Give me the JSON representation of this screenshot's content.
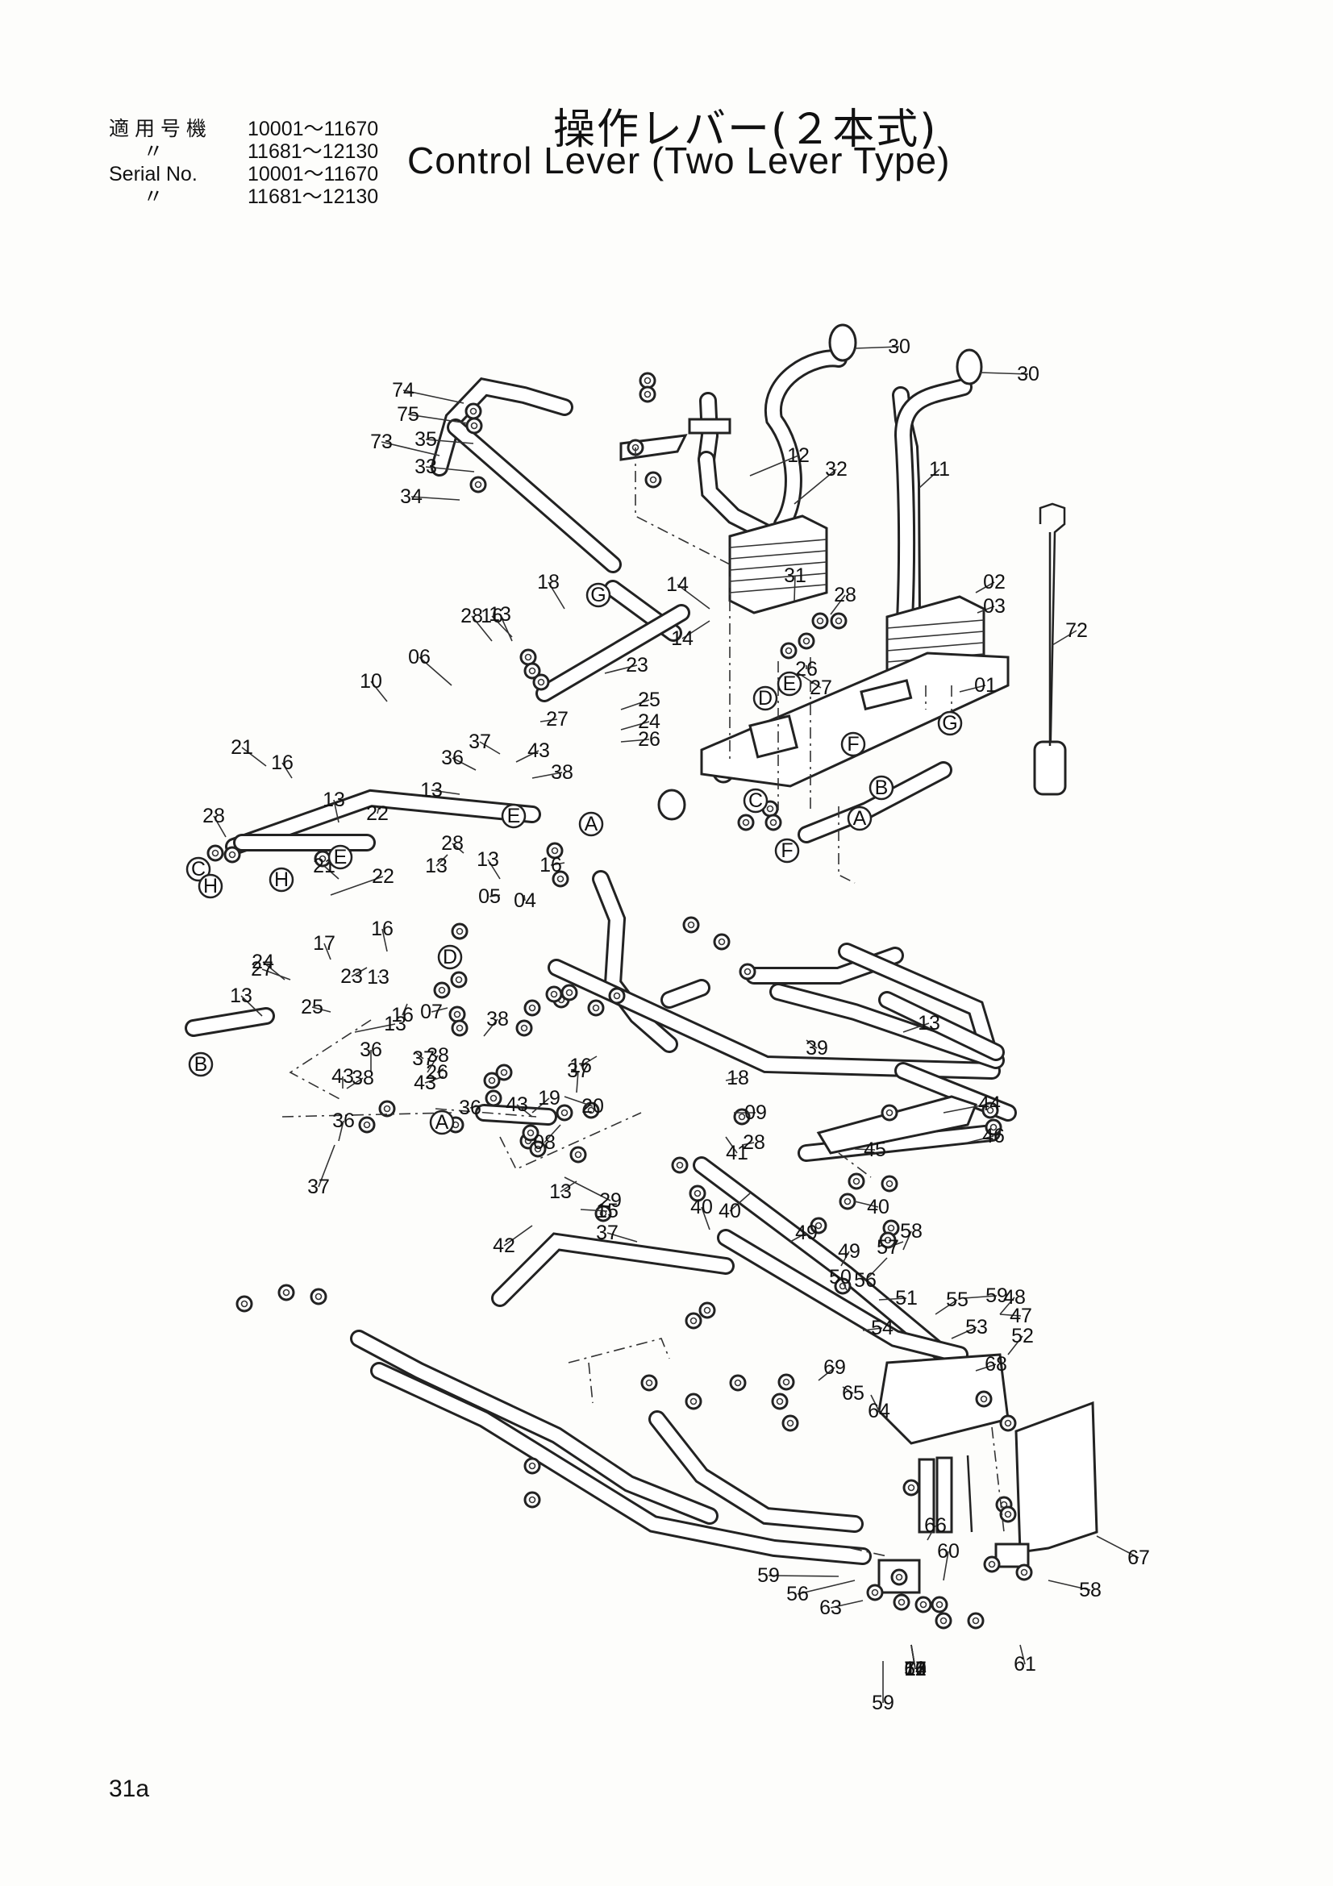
{
  "header": {
    "serial_rows": [
      {
        "label": "適 用 号 機",
        "range": "10001～11670"
      },
      {
        "label": "〃",
        "range": "11681～12130"
      },
      {
        "label": "Serial  No.",
        "range": "10001～11670"
      },
      {
        "label": "〃",
        "range": "11681～12130"
      }
    ],
    "title_jp": "操作レバー(２本式)",
    "title_en": "Control  Lever  (Two  Lever  Type)"
  },
  "page_number": "31a",
  "callouts": [
    "30",
    "30",
    "74",
    "75",
    "73",
    "35",
    "33",
    "34",
    "12",
    "32",
    "11",
    "02",
    "03",
    "72",
    "01",
    "31",
    "28",
    "14",
    "26",
    "14",
    "27",
    "18",
    "16",
    "13",
    "28",
    "06",
    "23",
    "25",
    "24",
    "26",
    "27",
    "37",
    "43",
    "38",
    "36",
    "13",
    "10",
    "16",
    "13",
    "28",
    "21",
    "22",
    "28",
    "16",
    "13",
    "04",
    "05",
    "13",
    "21",
    "22",
    "16",
    "13",
    "17",
    "23",
    "25",
    "24",
    "27",
    "13",
    "26",
    "07",
    "16",
    "13",
    "38",
    "37",
    "36",
    "43",
    "36",
    "37",
    "38",
    "43",
    "37",
    "36",
    "38",
    "43",
    "29",
    "20",
    "19",
    "15",
    "16",
    "18",
    "09",
    "28",
    "08",
    "13",
    "13",
    "37",
    "39",
    "40",
    "41",
    "45",
    "44",
    "40",
    "46",
    "40",
    "42",
    "58",
    "57",
    "56",
    "59",
    "48",
    "49",
    "49",
    "50",
    "51",
    "54",
    "55",
    "53",
    "47",
    "52",
    "68",
    "69",
    "65",
    "64",
    "66",
    "67",
    "58",
    "59",
    "56",
    "63",
    "60",
    "61",
    "59",
    "56",
    "57",
    "62",
    "14",
    "70",
    "11"
  ],
  "reference_marks": [
    "A",
    "A",
    "A",
    "B",
    "B",
    "C",
    "C",
    "D",
    "D",
    "E",
    "E",
    "E",
    "F",
    "F",
    "G",
    "G",
    "H",
    "H"
  ]
}
